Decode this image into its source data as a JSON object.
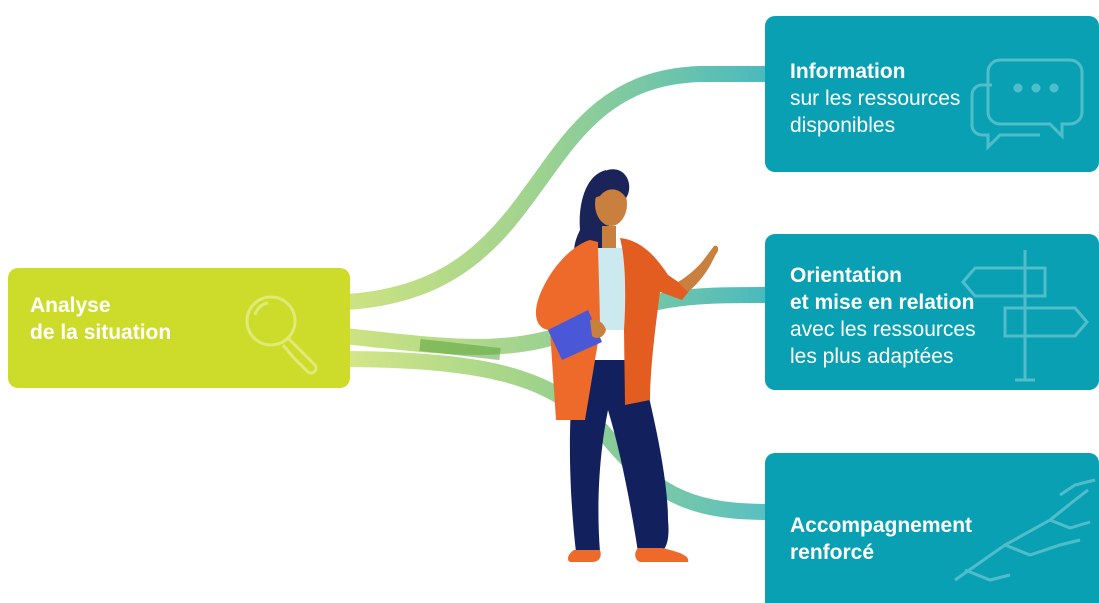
{
  "nodes": {
    "analyse": {
      "lines_bold": [
        "Analyse",
        "de la situation"
      ],
      "lines_regular": []
    },
    "information": {
      "lines_bold": [
        "Information"
      ],
      "lines_regular": [
        "sur les ressources",
        "disponibles"
      ]
    },
    "orientation": {
      "lines_bold": [
        "Orientation",
        "et mise en relation"
      ],
      "lines_regular": [
        "avec les ressources",
        "les plus adaptées"
      ]
    },
    "accompagnement": {
      "lines_bold": [
        "Accompagnement",
        "renforcé"
      ],
      "lines_regular": []
    }
  },
  "icons": {
    "analyse": "magnifier-icon",
    "information": "speech-bubbles-icon",
    "orientation": "signpost-icon",
    "accompagnement": "handshake-icon"
  },
  "colors": {
    "analyse_box": "#cddc2b",
    "target_box": "#0aa0b4",
    "flow_start": "#c3dc6a",
    "flow_end": "#41b8b8",
    "jacket": "#ee6a2b",
    "pants": "#13205e",
    "skin": "#c9803f",
    "hair": "#1a2458",
    "shirt": "#cce9f0",
    "tablet": "#4a57d6"
  }
}
